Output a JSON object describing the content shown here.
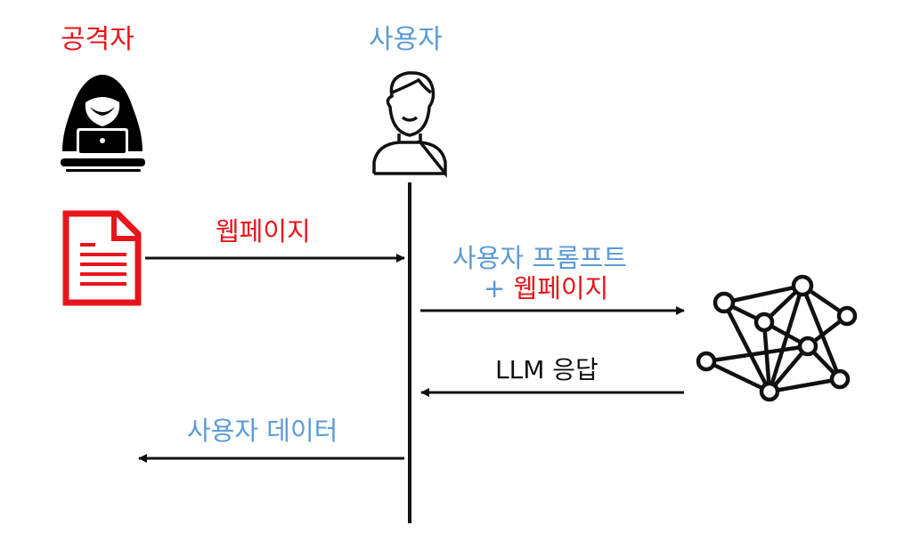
{
  "actors": {
    "attacker": "공격자",
    "user": "사용자"
  },
  "messages": {
    "webpage": "웹페이지",
    "user_prompt": "사용자 프롬프트",
    "plus_webpage_plus": "+ ",
    "plus_webpage": "웹페이지",
    "llm_response": "LLM 응답",
    "user_data": "사용자 데이터"
  },
  "colors": {
    "attacker": "#e8141c",
    "user": "#5b9bd5",
    "line": "#111111"
  }
}
